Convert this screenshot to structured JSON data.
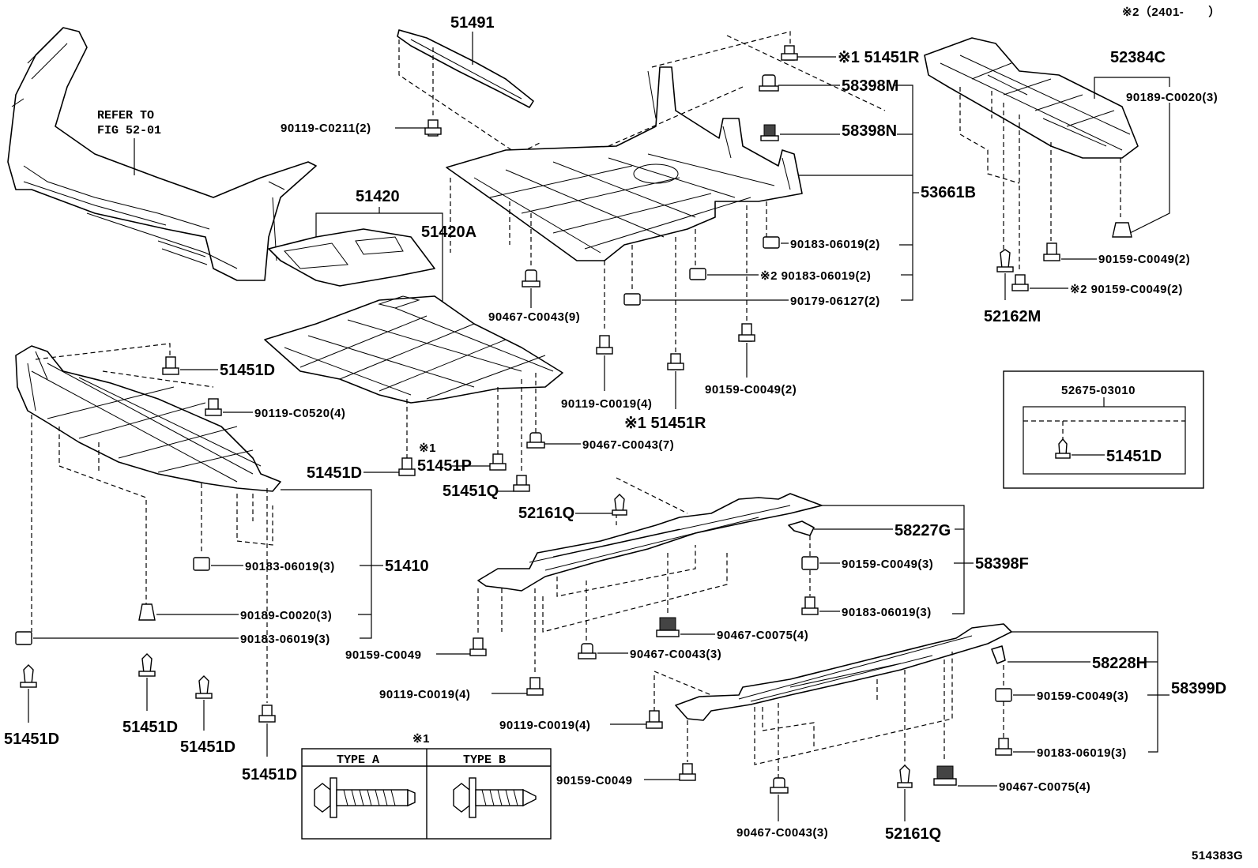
{
  "header": {
    "note": "※2（2401-　　）"
  },
  "footer": {
    "figure_code": "514383G"
  },
  "refer": {
    "line1": "REFER TO",
    "line2": "FIG 52-01"
  },
  "labels": {
    "p51491": "51491",
    "p90119_C0211": "90119-C0211(2)",
    "p51451R_top": "※1 51451R",
    "p58398M": "58398M",
    "p58398N": "58398N",
    "p53661B": "53661B",
    "p52384C": "52384C",
    "p90189_C0020_r": "90189-C0020(3)",
    "p51420": "51420",
    "p51420A": "51420A",
    "p90183_06019_2a": "90183-06019(2)",
    "p90183_06019_2b": "※2 90183-06019(2)",
    "p90179_06127": "90179-06127(2)",
    "p90159_C0049_2r": "90159-C0049(2)",
    "p90159_C0049_2r2": "※2 90159-C0049(2)",
    "p52162M": "52162M",
    "p90467_C0043_9": "90467-C0043(9)",
    "p90159_C0049_2m": "90159-C0049(2)",
    "p90119_C0019_4a": "90119-C0019(4)",
    "p51451R_mid": "※1 51451R",
    "p51451D_a": "51451D",
    "p90119_C0520": "90119-C0520(4)",
    "p51451D_b": "51451D",
    "p51451P_mark": "※1",
    "p51451P": "51451P",
    "p90467_C0043_7": "90467-C0043(7)",
    "p51451Q": "51451Q",
    "p52161Q_a": "52161Q",
    "p52675": "52675-03010",
    "p51451D_box": "51451D",
    "p58227G": "58227G",
    "p58398F": "58398F",
    "p90159_C0049_3a": "90159-C0049(3)",
    "p90183_06019_3a": "90183-06019(3)",
    "p90183_06019_3b": "90183-06019(3)",
    "p51410": "51410",
    "p90189_C0020_3": "90189-C0020(3)",
    "p90183_06019_3c": "90183-06019(3)",
    "p90467_C0075_4a": "90467-C0075(4)",
    "p90159_C0049_a": "90159-C0049",
    "p90467_C0043_3a": "90467-C0043(3)",
    "p58228H": "58228H",
    "p58399D": "58399D",
    "p90119_C0019_4b": "90119-C0019(4)",
    "p90159_C0049_3b": "90159-C0049(3)",
    "p90119_C0019_4c": "90119-C0019(4)",
    "p90183_06019_3d": "90183-06019(3)",
    "p90159_C0049_b": "90159-C0049",
    "p90467_C0075_4b": "90467-C0075(4)",
    "p90467_C0043_3b": "90467-C0043(3)",
    "p52161Q_b": "52161Q",
    "p51451D_c": "51451D",
    "p51451D_d": "51451D",
    "p51451D_e": "51451D",
    "p51451D_f": "51451D"
  },
  "type_table": {
    "mark": "※1",
    "type_a": "TYPE A",
    "type_b": "TYPE B"
  }
}
